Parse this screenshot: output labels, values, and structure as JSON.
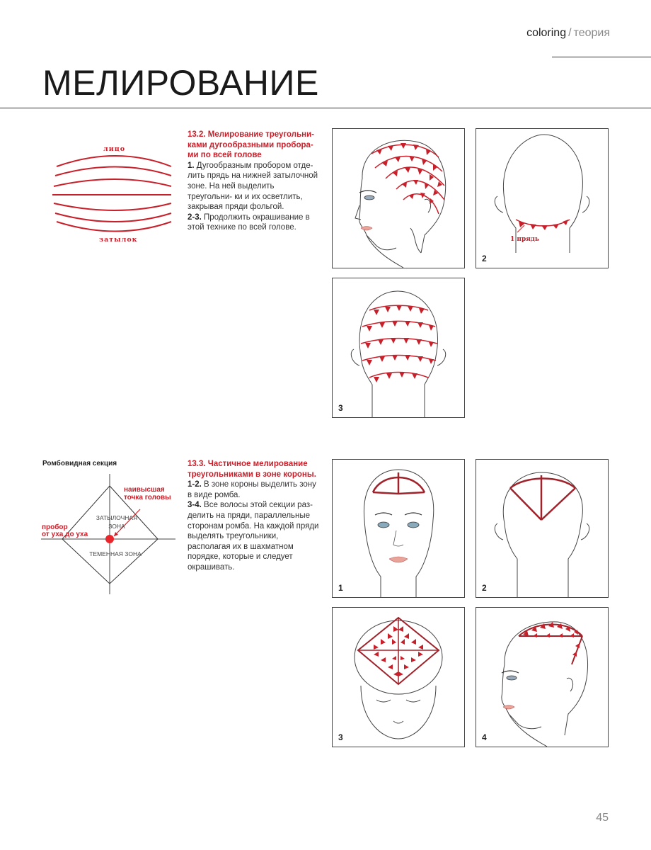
{
  "header": {
    "section": "coloring",
    "separator": "/",
    "subsection": "теория"
  },
  "page_title": "МЕЛИРОВАНИЕ",
  "diagram1": {
    "label_top": "лицо",
    "label_bottom": "затылок"
  },
  "block1": {
    "heading": "13.2. Мелирование треугольни- ками дугообразными пробора- ми по всей голове",
    "step1_num": "1.",
    "step1_text": "Дугообразным пробором отде- лить прядь на нижней затылочной зоне. На ней выделить треугольни- ки и их осветлить, закрывая пряди фольгой.",
    "step2_num": "2-3.",
    "step2_text": "Продолжить окрашивание в этой технике по всей голове."
  },
  "figures1": {
    "fig2_num": "2",
    "fig2_callout": "1 прядь",
    "fig3_num": "3"
  },
  "diagram2": {
    "title": "Ромбовидная секция",
    "label_highest_1": "наивысшая",
    "label_highest_2": "точка головы",
    "label_parting_1": "пробор",
    "label_parting_2": "от уха до уха",
    "zone_occipital_1": "ЗАТЫЛОЧНАЯ",
    "zone_occipital_2": "ЗОНА",
    "zone_parietal": "ТЕМЕННАЯ ЗОНА"
  },
  "block2": {
    "heading": "13.3. Частичное мелирование треугольниками в зоне короны.",
    "step1_num": "1-2.",
    "step1_text": "В зоне короны выделить зону в виде ромба.",
    "step2_num": "3-4.",
    "step2_text": "Все волосы этой секции раз- делить на пряди, параллельные сторонам ромба. На каждой пряди выделять треугольники, располагая их в шахматном порядке, которые и следует окрашивать."
  },
  "figures2": {
    "fig1_num": "1",
    "fig2_num": "2",
    "fig3_num": "3",
    "fig4_num": "4"
  },
  "page_number": "45",
  "colors": {
    "accent": "#c8202a",
    "text": "#333333",
    "rule": "#333333"
  }
}
